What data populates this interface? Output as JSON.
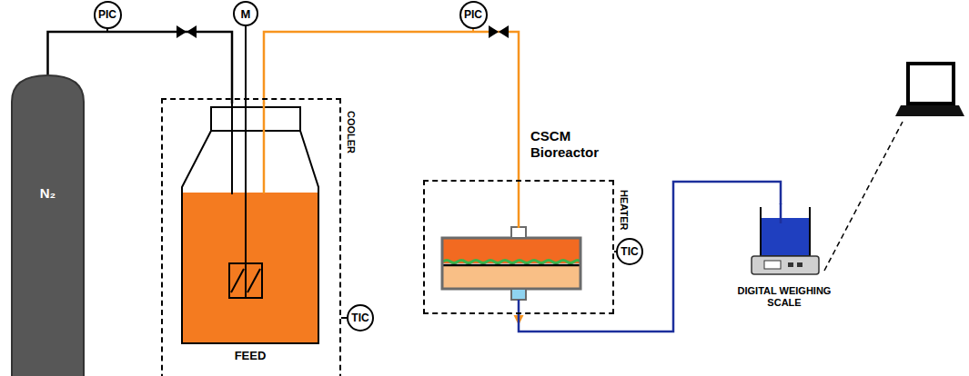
{
  "diagram": {
    "nodes": [
      {
        "text": [
          "N₂"
        ]
      },
      {
        "text": [
          "PIC"
        ]
      },
      {
        "text": [
          "M"
        ]
      },
      {
        "text": [
          "COOLER"
        ]
      },
      {
        "text": [
          "FEED"
        ],
        "in": 3
      },
      {
        "text": [
          "TIC"
        ]
      },
      {
        "text": [
          "PIC"
        ]
      },
      {
        "text": [
          "HEATER"
        ]
      },
      {
        "text": [
          "TIC"
        ]
      },
      {
        "text": [
          "DIGITAL WEIGHING SCALE"
        ]
      }
    ],
    "edges": [
      {
        "from": 0,
        "to": 4,
        "arrow": "none"
      },
      {
        "from": 4,
        "to": 7,
        "arrow": "to"
      },
      {
        "from": 7,
        "to": 9,
        "arrow": "to"
      }
    ],
    "labels": [
      "CSCM Bioreactor"
    ]
  }
}
